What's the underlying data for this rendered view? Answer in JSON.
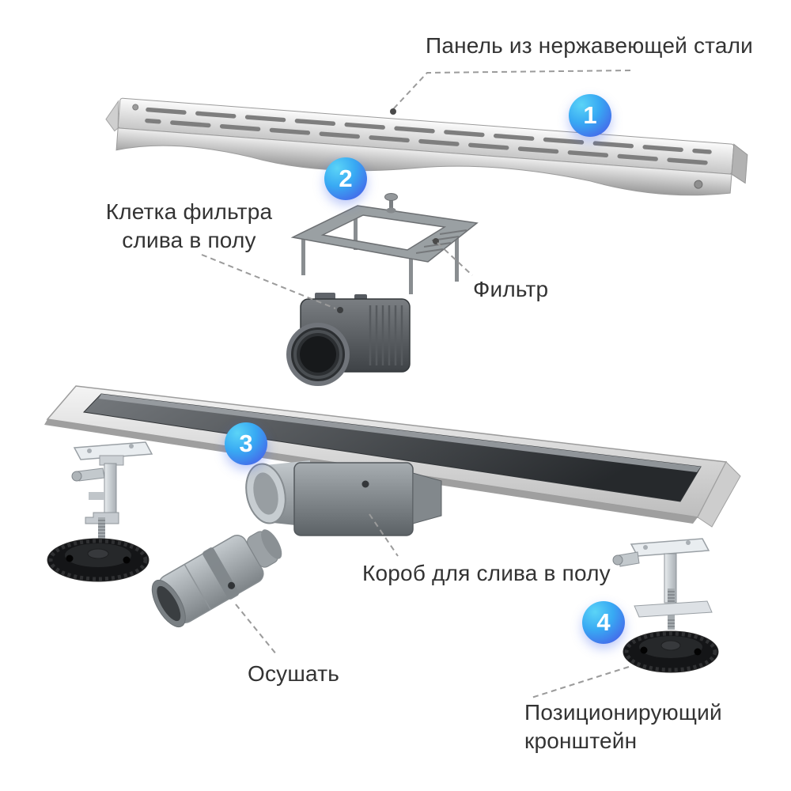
{
  "diagram": {
    "background": "#ffffff",
    "text_color": "#333333",
    "leader_color": "#9b9b9b",
    "badge_gradient_start": "#5bd4f7",
    "badge_gradient_mid": "#38a9f3",
    "badge_gradient_end": "#4a4fe6"
  },
  "badges": [
    {
      "number": "1"
    },
    {
      "number": "2"
    },
    {
      "number": "3"
    },
    {
      "number": "4"
    }
  ],
  "labels": {
    "panel": "Панель из нержавеющей стали",
    "filter_cage": [
      "Клетка фильтра",
      "слива в полу"
    ],
    "filter": "Фильтр",
    "drain_box": "Короб для слива в полу",
    "drain": "Осушать",
    "bracket": [
      "Позиционирующий",
      "кронштейн"
    ]
  }
}
